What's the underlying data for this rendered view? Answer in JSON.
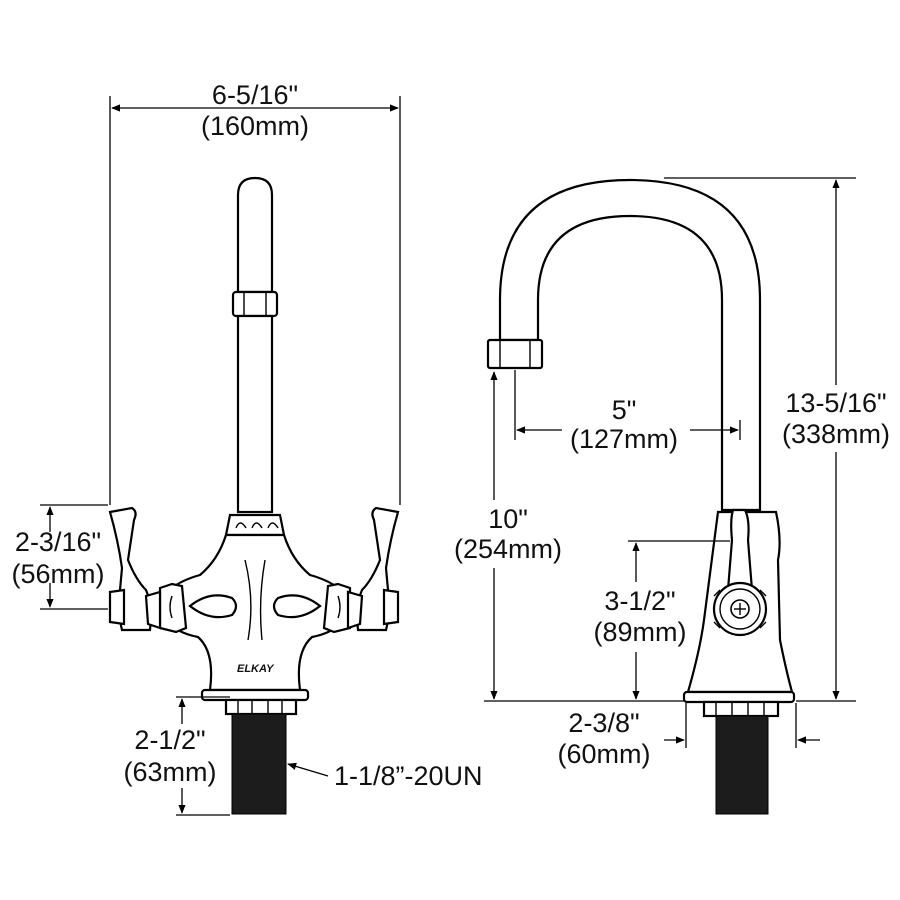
{
  "front_view": {
    "width_dim": {
      "imperial": "6-5/16\"",
      "metric": "(160mm)"
    },
    "handle_dim": {
      "imperial": "2-3/16\"",
      "metric": "(56mm)"
    },
    "shank_dim": {
      "imperial": "2-1/2\"",
      "metric": "(63mm)"
    },
    "thread_callout": "1-1/8”-20UN",
    "brand_logo": "ELKAY"
  },
  "side_view": {
    "height_dim": {
      "imperial": "13-5/16\"",
      "metric": "(338mm)"
    },
    "reach_dim": {
      "imperial": "5\"",
      "metric": "(127mm)"
    },
    "spout_height_dim": {
      "imperial": "10\"",
      "metric": "(254mm)"
    },
    "valve_height_dim": {
      "imperial": "3-1/2\"",
      "metric": "(89mm)"
    },
    "base_dim": {
      "imperial": "2-3/8\"",
      "metric": "(60mm)"
    }
  },
  "colors": {
    "line": "#000000",
    "background": "#ffffff",
    "shank_fill": "#1c1c1c"
  }
}
